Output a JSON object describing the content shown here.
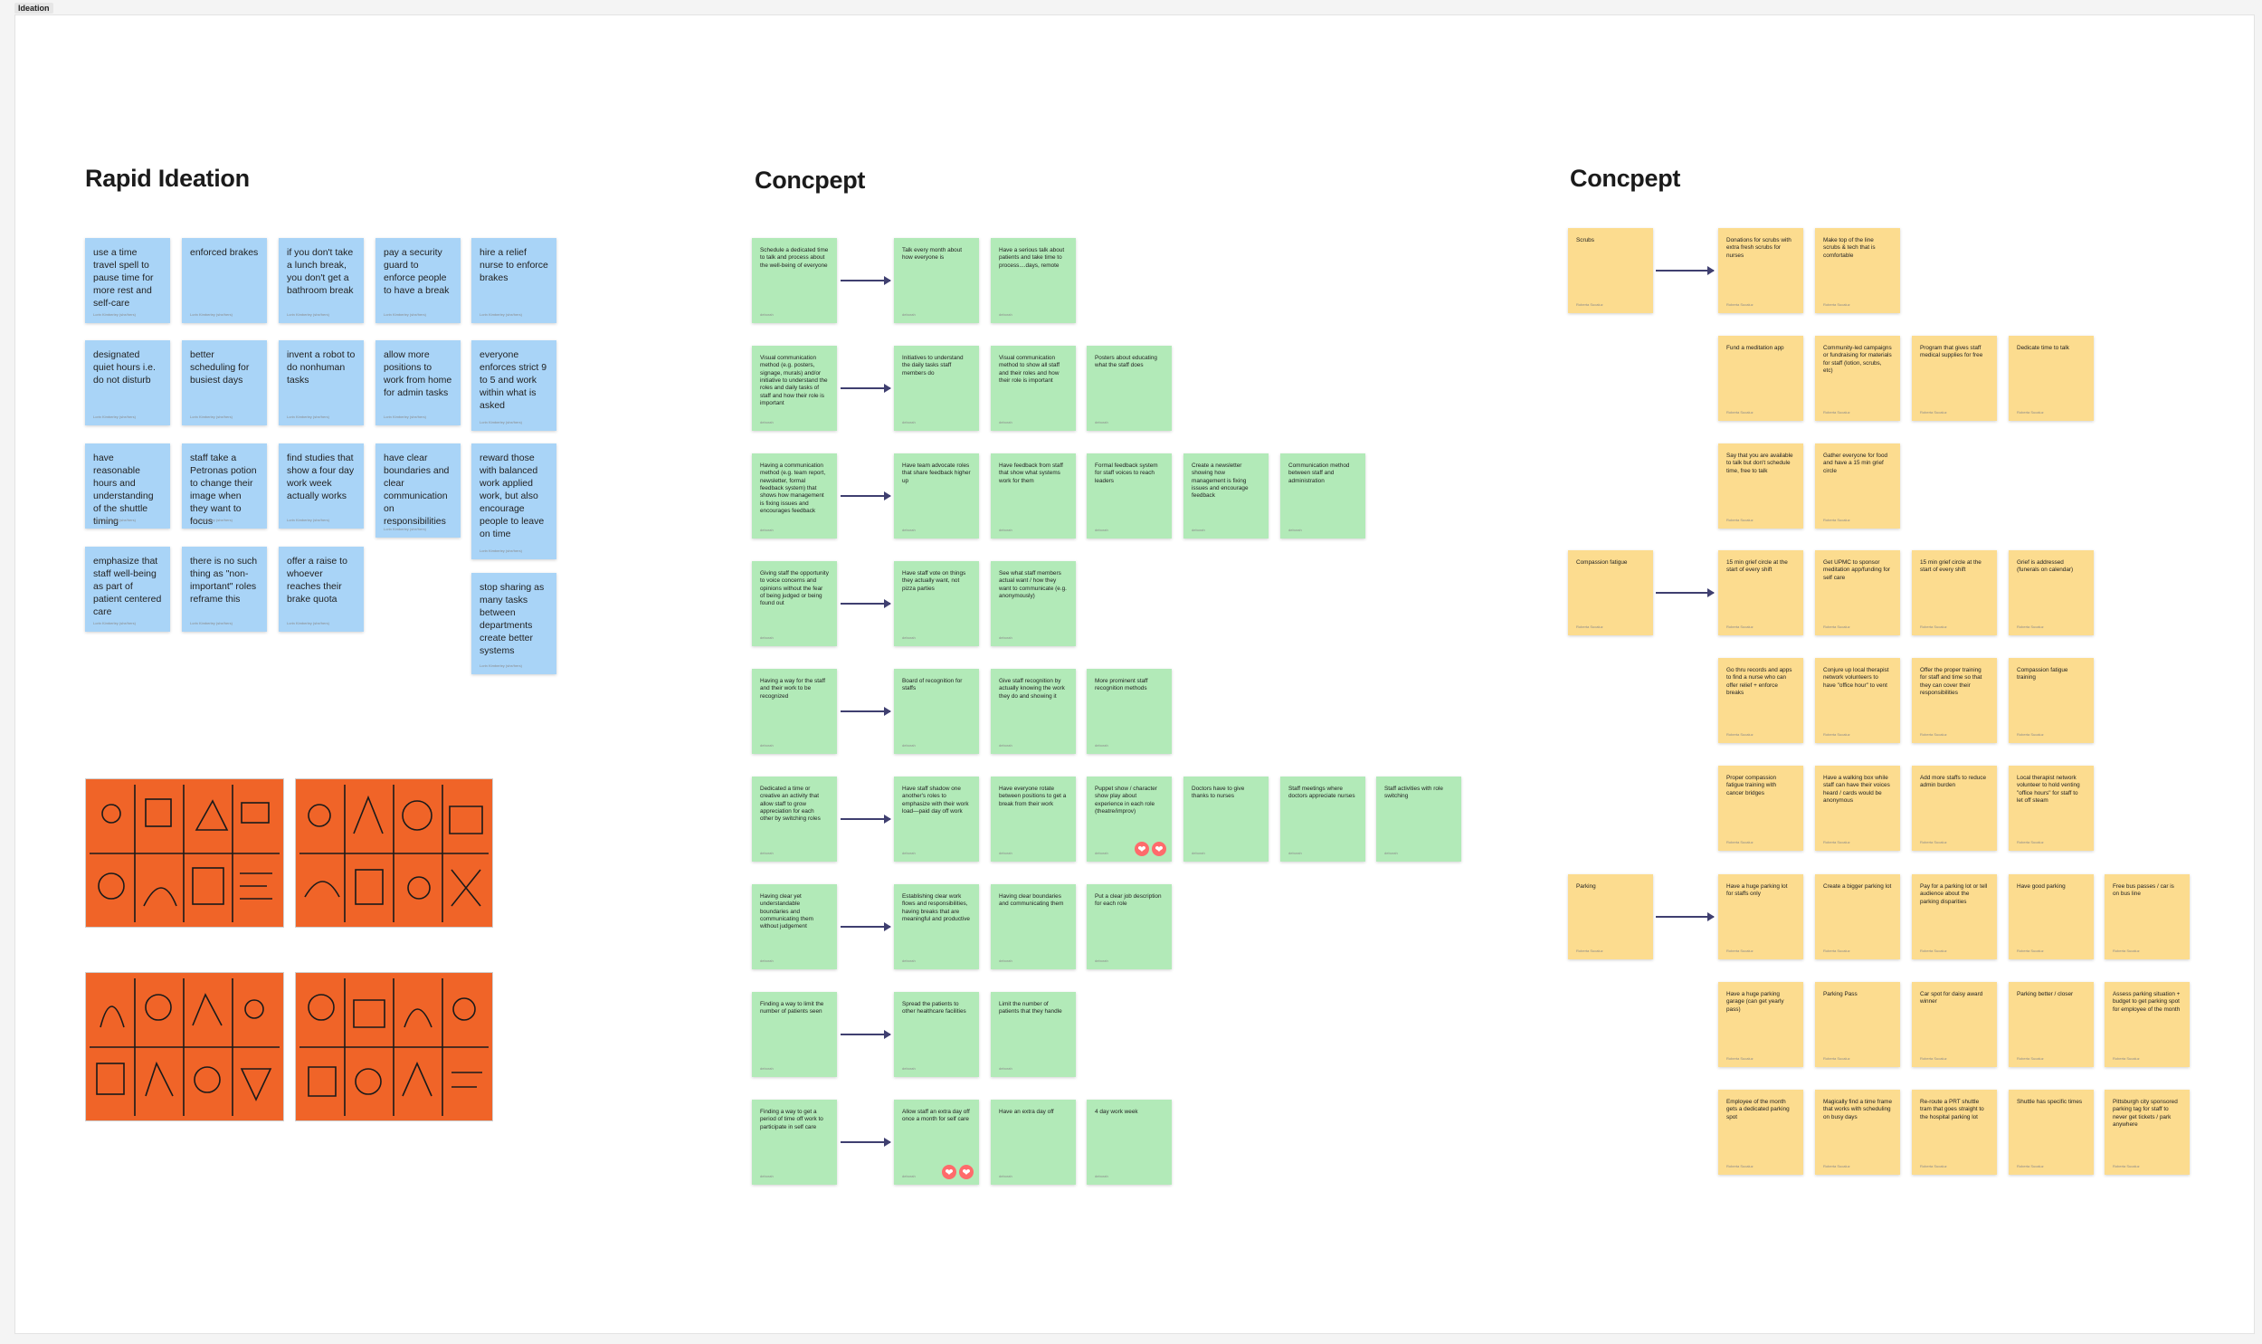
{
  "frame_label": "Ideation",
  "rapid": {
    "title": "Rapid Ideation",
    "author": "Lorin Kimberley (she/hers)",
    "notes": [
      "use a time travel spell to pause time for more rest and self-care",
      "enforced brakes",
      "if you don't take a lunch break, you don't get a bathroom break",
      "pay a security guard to enforce people to have a break",
      "hire a relief nurse to enforce brakes",
      "designated quiet hours i.e. do not disturb",
      "better scheduling for busiest days",
      "invent a robot to do nonhuman tasks",
      "allow more positions to work from home for admin tasks",
      "everyone enforces strict 9 to 5 and work within what is asked",
      "have reasonable hours and understanding of the shuttle timing",
      "staff take a Petronas potion to change their image when they want to focus",
      "find studies that show a four day work week actually works",
      "have clear boundaries and clear communication on responsibilities",
      "reward those with balanced work applied work, but also encourage people to leave on time",
      "emphasize that staff well-being as part of patient centered care",
      "there is no such thing as \"non-important\" roles reframe this",
      "offer a raise to whoever reaches their brake quota",
      "stop sharing as many tasks between departments create better systems"
    ]
  },
  "concept1": {
    "title": "Concpept",
    "author": "deborah",
    "rows": [
      [
        "Schedule a dedicated time to talk and process about the well-being of everyone",
        "Talk every month about how everyone is",
        "Have a serious talk about patients and take time to process....days, remote"
      ],
      [
        "Visual communication method (e.g. posters, signage, murals) and/or initiative to understand the roles and daily tasks of staff and how their role is important",
        "Initiatives to understand the daily tasks staff members do",
        "Visual communication method to show all staff and their roles and how their role is important",
        "Posters about educating what the staff does"
      ],
      [
        "Having a communication method (e.g. team report, newsletter, formal feedback system) that shows how management is fixing issues and encourages feedback",
        "Have team advocate roles that share feedback higher up",
        "Have feedback from staff that show what systems work for them",
        "Formal feedback system for staff voices to reach leaders",
        "Create a newsletter showing how management is fixing issues and encourage feedback",
        "Communication method between staff and administration"
      ],
      [
        "Giving staff the opportunity to voice concerns and opinions without the fear of being judged or being found out",
        "Have staff vote on things they actually want, not pizza parties",
        "See what staff members actual want / how they want to communicate (e.g. anonymously)"
      ],
      [
        "Having a way for the staff and their work to be recognized",
        "Board of recognition for staffs",
        "Give staff recognition by actually knowing the work they do and showing it",
        "More prominent staff recognition methods"
      ],
      [
        "Dedicated a time or creative an activity that allow staff to grow appreciation for each other by switching roles",
        "Have staff shadow one another's roles to emphasize with their work load—paid day off work",
        "Have everyone rotate between positions to get a break from their work",
        "Puppet show / character show play about experience in each role (theatre/improv)",
        "Doctors have to give thanks to nurses",
        "Staff meetings where doctors appreciate nurses",
        "Staff activities with role switching"
      ],
      [
        "Having clear yet understandable boundaries and communicating them without judgement",
        "Establishing clear work flows and responsibilities, having breaks that are meaningful and productive",
        "Having clear boundaries and communicating them",
        "Put a clear job description for each role"
      ],
      [
        "Finding a way to limit the number of patients seen",
        "Spread the patients to other healthcare facilities",
        "Limit the number of patients that they handle"
      ],
      [
        "Finding a way to get a period of time off work to participate in self care",
        "Allow staff an extra day off once a month for self care",
        "Have an extra day off",
        "4 day work week"
      ]
    ]
  },
  "concept2": {
    "title": "Concpept",
    "author": "Roberta Sucaluz",
    "groups": [
      {
        "label": "Scrubs",
        "rows": [
          [
            "Donations for scrubs with extra fresh scrubs for nurses",
            "Make top of the line scrubs & tech that is comfortable"
          ],
          [
            "Fund a meditation app",
            "Community-led campaigns or fundraising for materials for staff (lotion, scrubs, etc)",
            "Program that gives staff medical supplies for free",
            "Dedicate time to talk"
          ],
          [
            "Say that you are available to talk but don't schedule time, free to talk",
            "Gather everyone for food and have a 15 min grief circle"
          ]
        ]
      },
      {
        "label": "Compassion fatigue",
        "rows": [
          [
            "15 min grief circle at the start of every shift",
            "Get UPMC to sponsor meditation app/funding for self care",
            "15 min grief circle at the start of every shift",
            "Grief is addressed (funerals on calendar)"
          ],
          [
            "Go thru records and apps to find a nurse who can offer relief + enforce breaks",
            "Conjure up local therapist network volunteers to have \"office hour\" to vent",
            "Offer the proper training for staff and time so that they can cover their responsibilities",
            "Compassion fatigue training"
          ],
          [
            "Proper compassion fatigue training with cancer bridges",
            "Have a walking box while staff can have their voices heard / cards would be anonymous",
            "Add more staffs to reduce admin burden",
            "Local therapist network volunteer to hold venting \"office hours\" for staff to let off steam"
          ]
        ]
      },
      {
        "label": "Parking",
        "rows": [
          [
            "Have a huge parking lot for staffs only",
            "Create a bigger parking lot",
            "Pay for a parking lot or tell audience about the parking disparities",
            "Have good parking",
            "Free bus passes / car is on bus line"
          ],
          [
            "Have a huge parking garage (can get yearly pass)",
            "Parking Pass",
            "Car spot for daisy award winner",
            "Parking better / closer",
            "Assess parking situation + budget to get parking spot for employee of the month"
          ],
          [
            "Employee of the month gets a dedicated parking spot",
            "Magically find a time frame that works with scheduling on busy days",
            "Re-route a PRT shuttle tram that goes straight to the hospital parking lot",
            "Shuttle has specific times",
            "Pittsburgh city sponsored parking tag for staff to never get tickets / park anywhere"
          ]
        ]
      }
    ]
  },
  "reactions": {
    "heart": "❤"
  }
}
